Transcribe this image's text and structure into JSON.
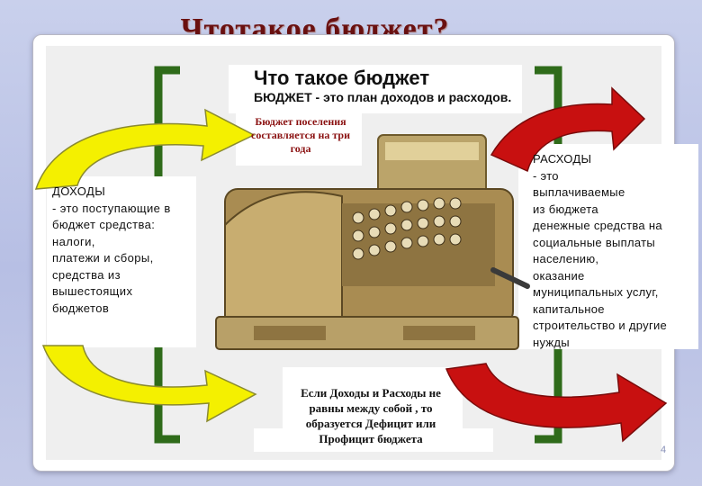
{
  "slide": {
    "title": "Чтотакое бюджет?",
    "heading": "Что такое бюджет",
    "subheading": "БЮДЖЕТ - это план доходов и расходов.",
    "settlement_note": [
      "Бюджет поселения",
      "составляется на три",
      "года"
    ],
    "incomes_text": [
      "ДОХОДЫ",
      "- это поступающие в",
      "бюджет средства:",
      "налоги,",
      "платежи и сборы,",
      "средства из",
      "вышестоящих",
      "бюджетов"
    ],
    "expenses_text": [
      "РАСХОДЫ",
      "- это",
      "выплачиваемые",
      "из бюджета",
      "денежные средства на",
      "социальные выплаты",
      "населению,",
      "оказание",
      "муниципальных услуг,",
      "капитальное",
      "строительство и другие",
      "нужды"
    ],
    "bottom_note": [
      "Если Доходы и Расходы не",
      "равны между собой , то",
      "образуется Дефицит или",
      "Профицит бюджета"
    ],
    "page_number": "4"
  },
  "colors": {
    "title": "#6a1010",
    "bracket_green": "#2f6b1a",
    "arrow_yellow": "#f4f000",
    "arrow_red": "#c81010",
    "register_gold": "#b59a5a"
  },
  "icons": {
    "center_image": "cash-register",
    "left_arrows": "yellow-curved-arrow",
    "right_arrows": "red-curved-arrow"
  }
}
